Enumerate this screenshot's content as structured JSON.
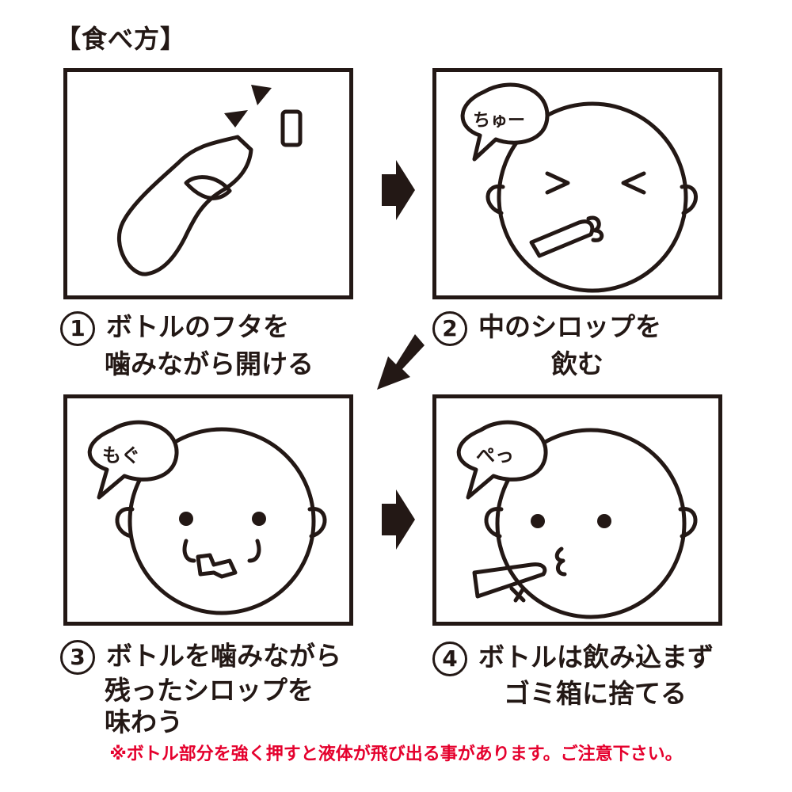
{
  "title": "【食べ方】",
  "steps": [
    {
      "number": "1",
      "lines": [
        "ボトルのフタを",
        "噛みながら開ける"
      ]
    },
    {
      "number": "2",
      "lines": [
        "中のシロップを",
        "飲む"
      ],
      "bubble": "ちゅー"
    },
    {
      "number": "3",
      "lines": [
        "ボトルを噛みながら",
        "残ったシロップを",
        "味わう"
      ],
      "bubble": "もぐ"
    },
    {
      "number": "4",
      "lines": [
        "ボトルは飲み込まず",
        "ゴミ箱に捨てる"
      ],
      "bubble": "ぺっ"
    }
  ],
  "note": "※ボトル部分を強く押すと液体が飛び出る事があります。ご注意下さい。",
  "colors": {
    "ink": "#231815",
    "warning": "#e5002d",
    "background": "#ffffff"
  }
}
